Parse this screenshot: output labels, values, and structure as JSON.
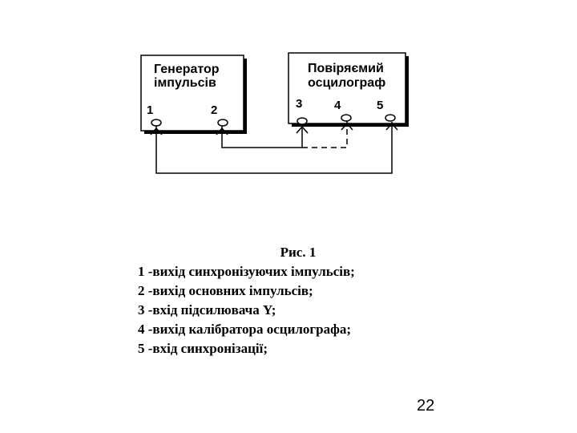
{
  "diagram": {
    "generator": {
      "title_line1": "Генератор",
      "title_line2": "імпульсів",
      "terminals": [
        "1",
        "2"
      ]
    },
    "oscilloscope": {
      "title_line1": "Повіряємий",
      "title_line2": "осцилограф",
      "terminals": [
        "3",
        "4",
        "5"
      ]
    }
  },
  "caption": {
    "title": "Рис. 1",
    "items": [
      "1 -вихід синхронізуючих імпульсів;",
      "2 -вихід основних імпульсів;",
      "3 -вхід підсилювача Y;",
      "4 -вихід калібратора осцилографа;",
      "5 -вхід синхронізації;"
    ]
  },
  "page_number": "22"
}
